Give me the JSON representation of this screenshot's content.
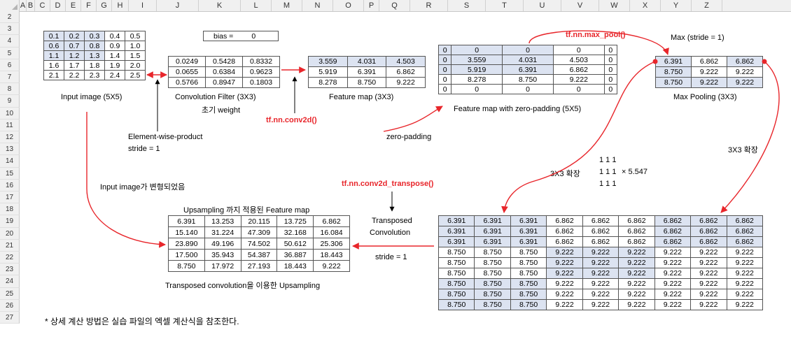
{
  "columns": [
    "A",
    "B",
    "C",
    "D",
    "E",
    "F",
    "G",
    "H",
    "I",
    "J",
    "K",
    "L",
    "M",
    "N",
    "O",
    "P",
    "Q",
    "R",
    "S",
    "T",
    "U",
    "V",
    "W",
    "X",
    "Y",
    "Z"
  ],
  "rows": [
    "2",
    "3",
    "4",
    "5",
    "6",
    "7",
    "8",
    "9",
    "10",
    "11",
    "12",
    "13",
    "14",
    "15",
    "16",
    "17",
    "18",
    "19",
    "20",
    "21",
    "22",
    "23",
    "24",
    "25",
    "26",
    "27"
  ],
  "input": [
    [
      "0.1",
      "0.2",
      "0.3",
      "0.4",
      "0.5"
    ],
    [
      "0.6",
      "0.7",
      "0.8",
      "0.9",
      "1.0"
    ],
    [
      "1.1",
      "1.2",
      "1.3",
      "1.4",
      "1.5"
    ],
    [
      "1.6",
      "1.7",
      "1.8",
      "1.9",
      "2.0"
    ],
    [
      "2.1",
      "2.2",
      "2.3",
      "2.4",
      "2.5"
    ]
  ],
  "bias_label": "bias =",
  "bias_value": "0",
  "filter": [
    [
      "0.0249",
      "0.5428",
      "0.8332"
    ],
    [
      "0.0655",
      "0.6384",
      "0.9623"
    ],
    [
      "0.5766",
      "0.8947",
      "0.1803"
    ]
  ],
  "feature": [
    [
      "3.559",
      "4.031",
      "4.503"
    ],
    [
      "5.919",
      "6.391",
      "6.862"
    ],
    [
      "8.278",
      "8.750",
      "9.222"
    ]
  ],
  "padded": [
    [
      "0",
      "0",
      "0",
      "0",
      "0"
    ],
    [
      "0",
      "3.559",
      "4.031",
      "4.503",
      "0"
    ],
    [
      "0",
      "5.919",
      "6.391",
      "6.862",
      "0"
    ],
    [
      "0",
      "8.278",
      "8.750",
      "9.222",
      "0"
    ],
    [
      "0",
      "0",
      "0",
      "0",
      "0"
    ]
  ],
  "maxpool": [
    [
      "6.391",
      "6.862",
      "6.862"
    ],
    [
      "8.750",
      "9.222",
      "9.222"
    ],
    [
      "8.750",
      "9.222",
      "9.222"
    ]
  ],
  "upsample": [
    [
      "6.391",
      "13.253",
      "20.115",
      "13.725",
      "6.862"
    ],
    [
      "15.140",
      "31.224",
      "47.309",
      "32.168",
      "16.084"
    ],
    [
      "23.890",
      "49.196",
      "74.502",
      "50.612",
      "25.306"
    ],
    [
      "17.500",
      "35.943",
      "54.387",
      "36.887",
      "18.443"
    ],
    [
      "8.750",
      "17.972",
      "27.193",
      "18.443",
      "9.222"
    ]
  ],
  "expanded": [
    [
      "6.391",
      "6.391",
      "6.391",
      "6.862",
      "6.862",
      "6.862",
      "6.862",
      "6.862",
      "6.862"
    ],
    [
      "6.391",
      "6.391",
      "6.391",
      "6.862",
      "6.862",
      "6.862",
      "6.862",
      "6.862",
      "6.862"
    ],
    [
      "6.391",
      "6.391",
      "6.391",
      "6.862",
      "6.862",
      "6.862",
      "6.862",
      "6.862",
      "6.862"
    ],
    [
      "8.750",
      "8.750",
      "8.750",
      "9.222",
      "9.222",
      "9.222",
      "9.222",
      "9.222",
      "9.222"
    ],
    [
      "8.750",
      "8.750",
      "8.750",
      "9.222",
      "9.222",
      "9.222",
      "9.222",
      "9.222",
      "9.222"
    ],
    [
      "8.750",
      "8.750",
      "8.750",
      "9.222",
      "9.222",
      "9.222",
      "9.222",
      "9.222",
      "9.222"
    ],
    [
      "8.750",
      "8.750",
      "8.750",
      "9.222",
      "9.222",
      "9.222",
      "9.222",
      "9.222",
      "9.222"
    ],
    [
      "8.750",
      "8.750",
      "8.750",
      "9.222",
      "9.222",
      "9.222",
      "9.222",
      "9.222",
      "9.222"
    ],
    [
      "8.750",
      "8.750",
      "8.750",
      "9.222",
      "9.222",
      "9.222",
      "9.222",
      "9.222",
      "9.222"
    ]
  ],
  "labels": {
    "input_caption": "Input image (5X5)",
    "filter_caption": "Convolution Filter (3X3)",
    "init_weight": "초기 weight",
    "feature_caption": "Feature map (3X3)",
    "padded_caption": "Feature map with zero-padding (5X5)",
    "maxpool_caption": "Max Pooling (3X3)",
    "max_stride": "Max (stride = 1)",
    "fn_maxpool": "tf.nn.max_pool()",
    "fn_conv2d": "tf.nn.conv2d()",
    "fn_transpose": "tf.nn.conv2d_transpose()",
    "elementwise": "Element-wise-product",
    "stride1": "stride = 1",
    "zero_padding": "zero-padding",
    "expand_left": "3X3 확장",
    "expand_right": "3X3 확장",
    "ones": "1 1 1",
    "times": "× 5.547",
    "input_changed": "Input image가 변형되었음",
    "transposed": "Transposed",
    "convolution": "Convolution",
    "stride_t": "stride = 1",
    "upsample_title": "Upsampling 까지 적용된 Feature map",
    "upsample_caption": "Transposed convolution을 이용한 Upsampling",
    "note": "* 상세 계산 방법은 실습 파일의 엑셀 계산식을 참조한다."
  },
  "colors": {
    "accent_red": "#e8262b",
    "cell_blue": "#dce3f1"
  }
}
